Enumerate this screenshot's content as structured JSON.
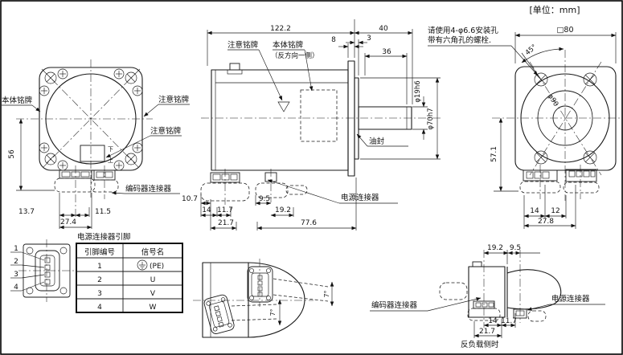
{
  "unit_note": "[单位：mm]",
  "front_view": {
    "label_body": "本体铭牌",
    "label_caution_1": "注意铭牌",
    "label_caution_2": "注意铭牌",
    "mark_down": "下",
    "mark_up": "上",
    "dim_height": "56",
    "dim_w1": "13.7",
    "dim_w2": "27.4",
    "dim_w3": "11.5",
    "label_encoder": "编码器连接器"
  },
  "side_view": {
    "label_caution": "注意铭牌",
    "label_body_1": "本体铭牌",
    "label_body_2": "（反方向一侧）",
    "dim_length": "122.2",
    "dim_shaft_len": "40",
    "dim_8": "8",
    "dim_3": "3",
    "dim_36": "36",
    "dim_shaft_dia": "φ19h6",
    "dim_pilot_dia": "φ70h7",
    "label_oil_seal": "油封",
    "dim_b1": "10.7",
    "dim_b2": "14",
    "dim_b3": "11.7",
    "dim_b4": "21.7",
    "dim_b5": "9.5",
    "dim_b6": "19.2",
    "dim_b7": "77.6",
    "label_power": "电源连接器"
  },
  "rear_view": {
    "note_1": "请使用4-φ6.6安装孔",
    "note_2": "带有六角孔的螺栓.",
    "dim_square": "□80",
    "dim_angle": "45°",
    "dim_bolt_circle": "φ90",
    "dim_height": "57.1",
    "dim_w1": "14",
    "dim_w2": "12",
    "dim_w3": "27.8"
  },
  "pin_section": {
    "title": "电源连接器引脚",
    "headers": [
      "引脚编号",
      "信号名"
    ],
    "rows": [
      {
        "pin": "1",
        "signal": "(PE)"
      },
      {
        "pin": "2",
        "signal": "U"
      },
      {
        "pin": "3",
        "signal": "V"
      },
      {
        "pin": "4",
        "signal": "W"
      }
    ],
    "pin_callouts": [
      "1",
      "2",
      "3",
      "4"
    ]
  },
  "bottom_detail": {
    "dim_angle_1": "7°",
    "dim_angle_2": "7°"
  },
  "rear_side_detail": {
    "dim_t1": "19.2",
    "dim_t2": "9.5",
    "dim_b1": "14",
    "dim_b2": "11.7",
    "dim_b3": "21.7",
    "caption": "反负载侧时",
    "label_power": "电源连接器",
    "label_encoder": "编码器连接器"
  }
}
